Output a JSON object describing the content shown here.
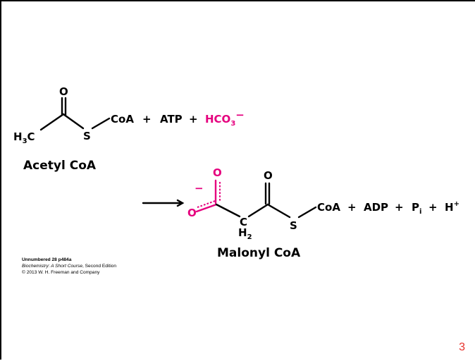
{
  "colors": {
    "accent": "#e5007e",
    "page_number": "#e8302a"
  },
  "reaction": {
    "acetyl": {
      "o": "O",
      "h3c_main": "H",
      "h3c_sub": "3",
      "h3c_tail": "C",
      "s": "S",
      "coa": "CoA"
    },
    "plus1": "+",
    "atp": "ATP",
    "plus2": "+",
    "hco3": {
      "main": "HCO",
      "sub": "3",
      "charge": "−"
    },
    "arrow": "⟶",
    "malonyl": {
      "charge": "−",
      "o_top_pink": "O",
      "o_left_pink": "O",
      "o_top": "O",
      "ch2_main": "C",
      "ch2_sub_h": "H",
      "ch2_sub_2": "2",
      "s": "S",
      "coa": "CoA"
    },
    "plus3": "+",
    "adp": "ADP",
    "plus4": "+",
    "pi": {
      "main": "P",
      "sub": "i"
    },
    "plus5": "+",
    "h": {
      "main": "H",
      "sup": "+"
    }
  },
  "labels": {
    "acetyl_coa": "Acetyl CoA",
    "malonyl_coa": "Malonyl CoA"
  },
  "credits": {
    "line1": "Unnumbered 28 p484a",
    "book_title": "Biochemistry: A Short Course",
    "book_edition": ", Second Edition",
    "line3": "© 2013 W. H. Freeman and Company"
  },
  "page_number": "3"
}
